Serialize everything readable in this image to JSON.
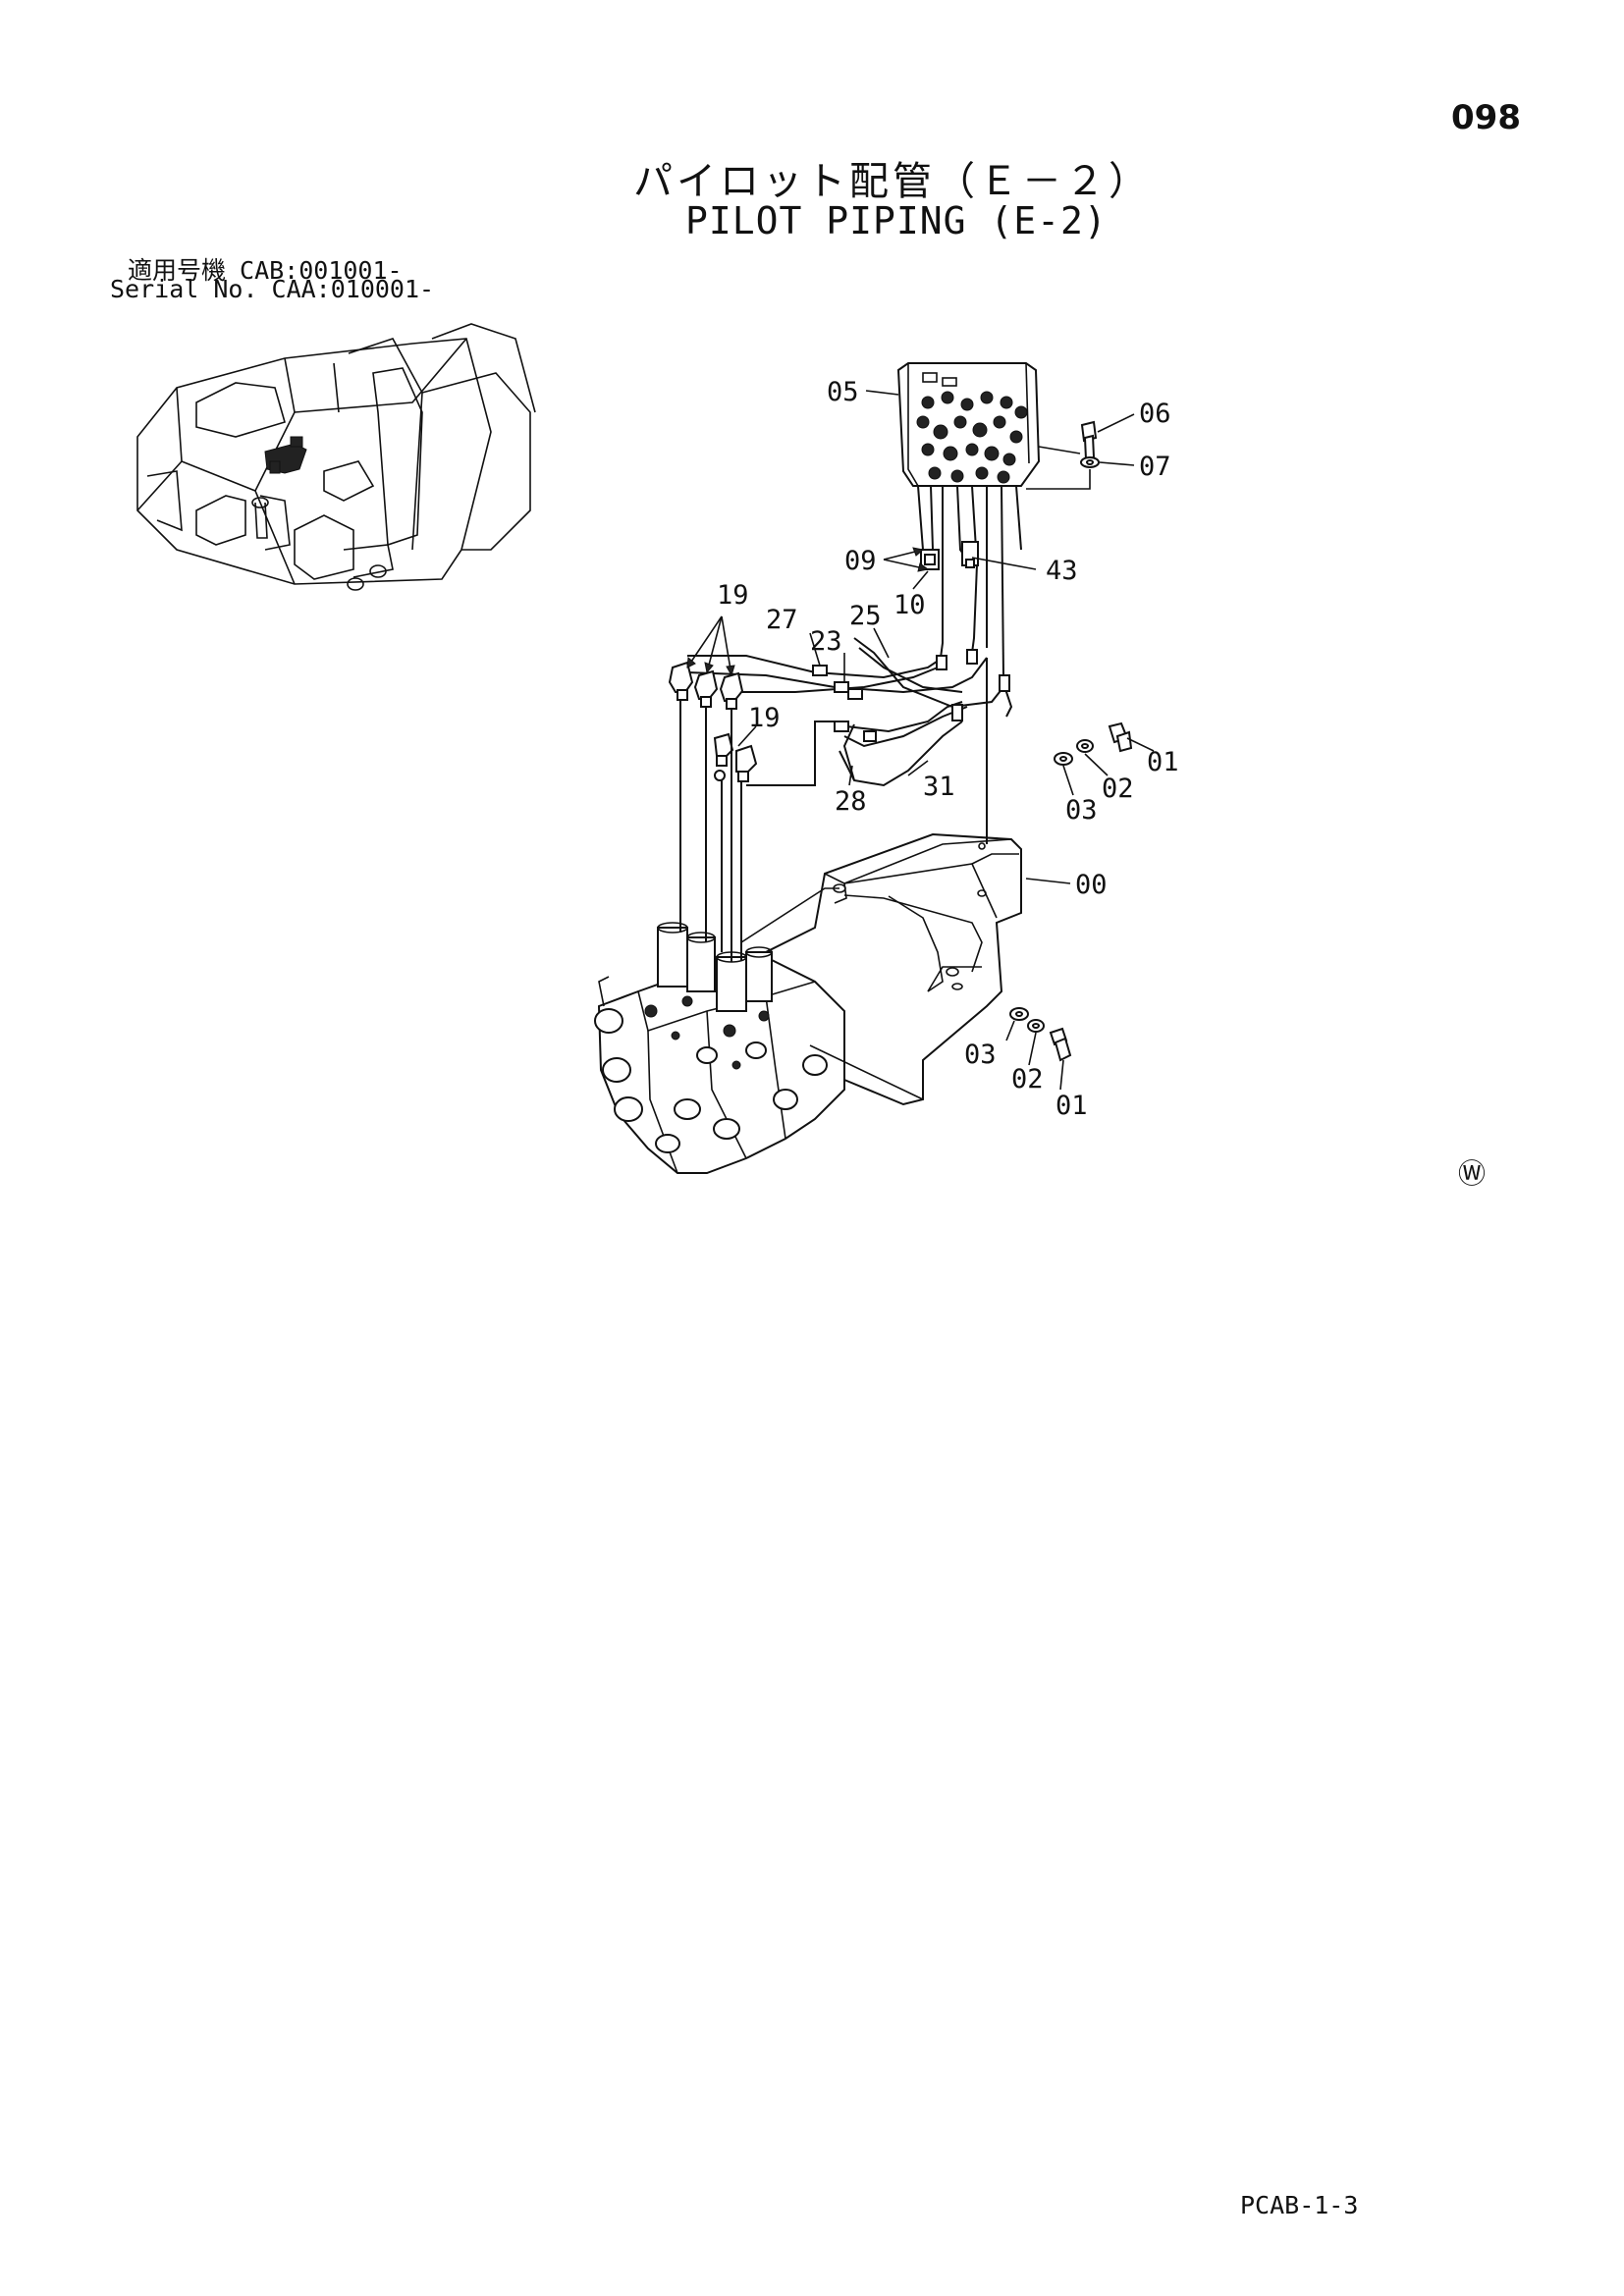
{
  "page_number": "098",
  "title_jp": "パイロット配管（Ｅ－２）",
  "title_en": "PILOT PIPING (E-2)",
  "serial_info": [
    {
      "label": "適用号機",
      "value": "CAB:001001-"
    },
    {
      "label": "Serial No.",
      "value": "CAA:010001-"
    }
  ],
  "part_labels": [
    "05",
    "06",
    "07",
    "09",
    "10",
    "43",
    "19",
    "27",
    "23",
    "25",
    "19",
    "28",
    "31",
    "01",
    "02",
    "03",
    "00",
    "03",
    "02",
    "01"
  ],
  "watermark_symbol": "Ⓦ",
  "page_code": "PCAB-1-3"
}
